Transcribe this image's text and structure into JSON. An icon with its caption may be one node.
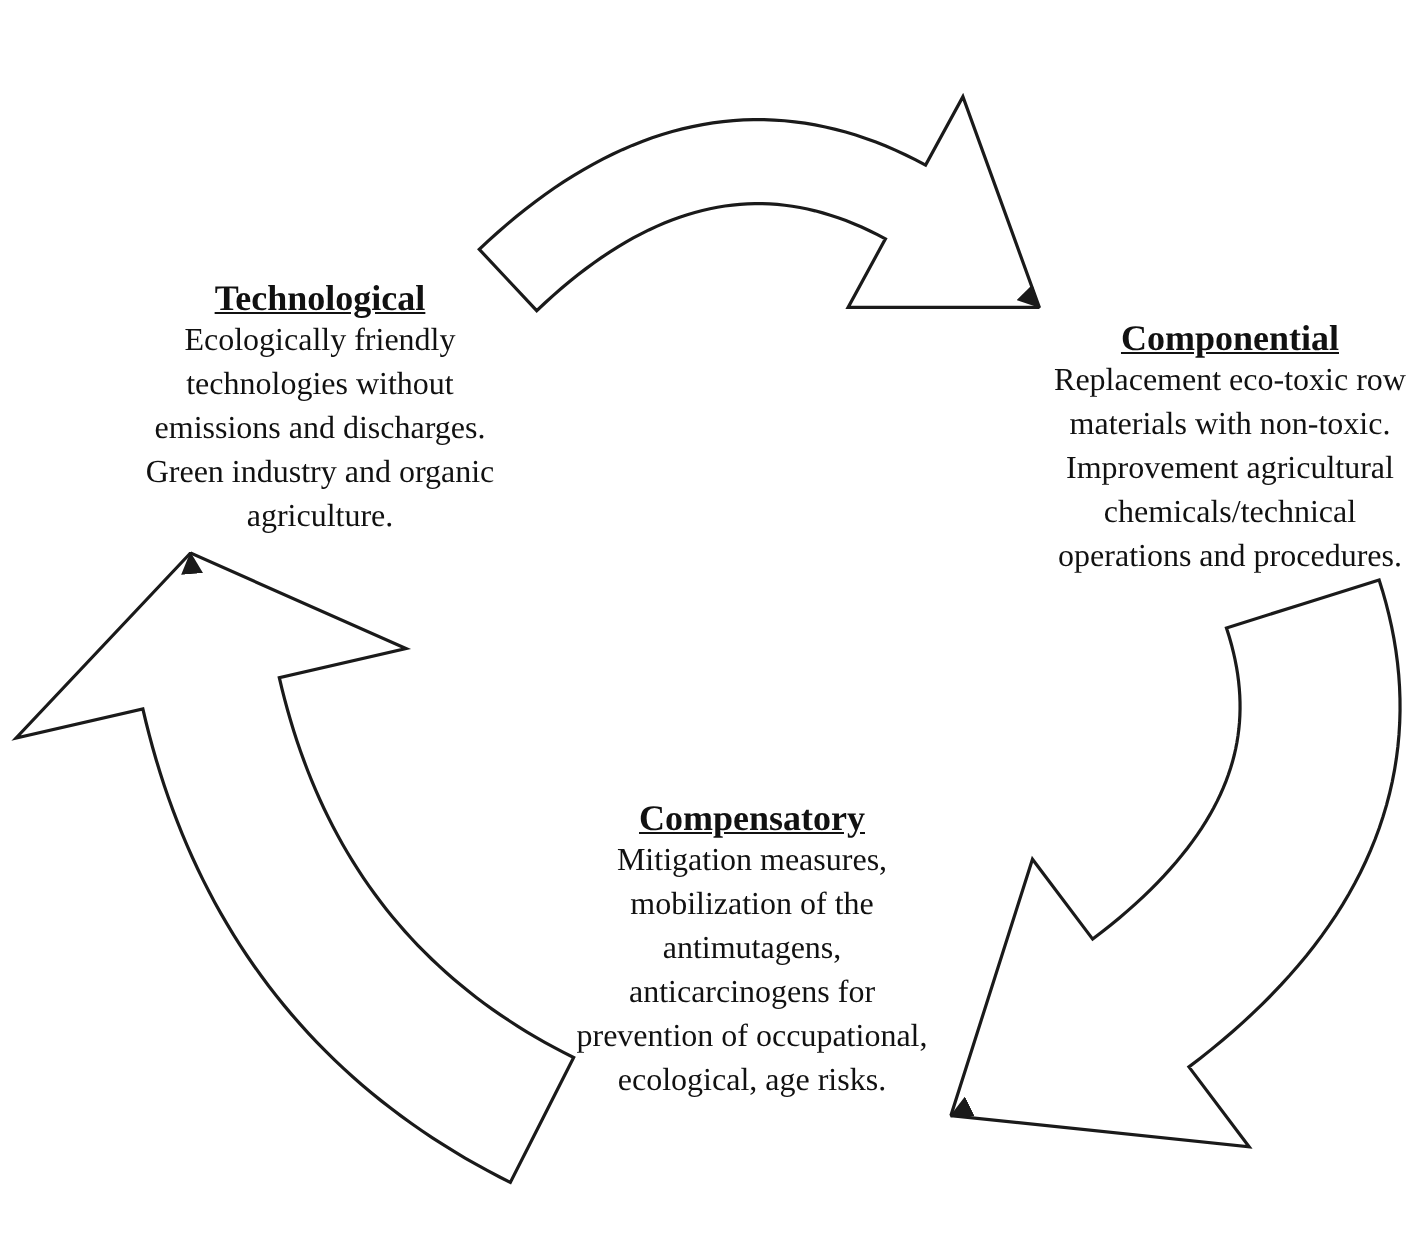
{
  "diagram": {
    "nodes": [
      {
        "text": [
          "Technological",
          "Ecologically friendly technologies without emissions and discharges. Green industry and organic agriculture."
        ]
      },
      {
        "text": [
          "Componential",
          "Replacement eco-toxic row materials with non-toxic. Improvement agricultural chemicals/technical operations and procedures."
        ]
      },
      {
        "text": [
          "Compensatory",
          "Mitigation measures, mobilization of the antimutagens, anticarcinogens for prevention of occupational, ecological, age risks."
        ]
      }
    ],
    "edges": [
      {
        "from": 0,
        "to": 1,
        "arrow": "to"
      },
      {
        "from": 1,
        "to": 2,
        "arrow": "to"
      },
      {
        "from": 2,
        "to": 0,
        "arrow": "to"
      }
    ]
  }
}
